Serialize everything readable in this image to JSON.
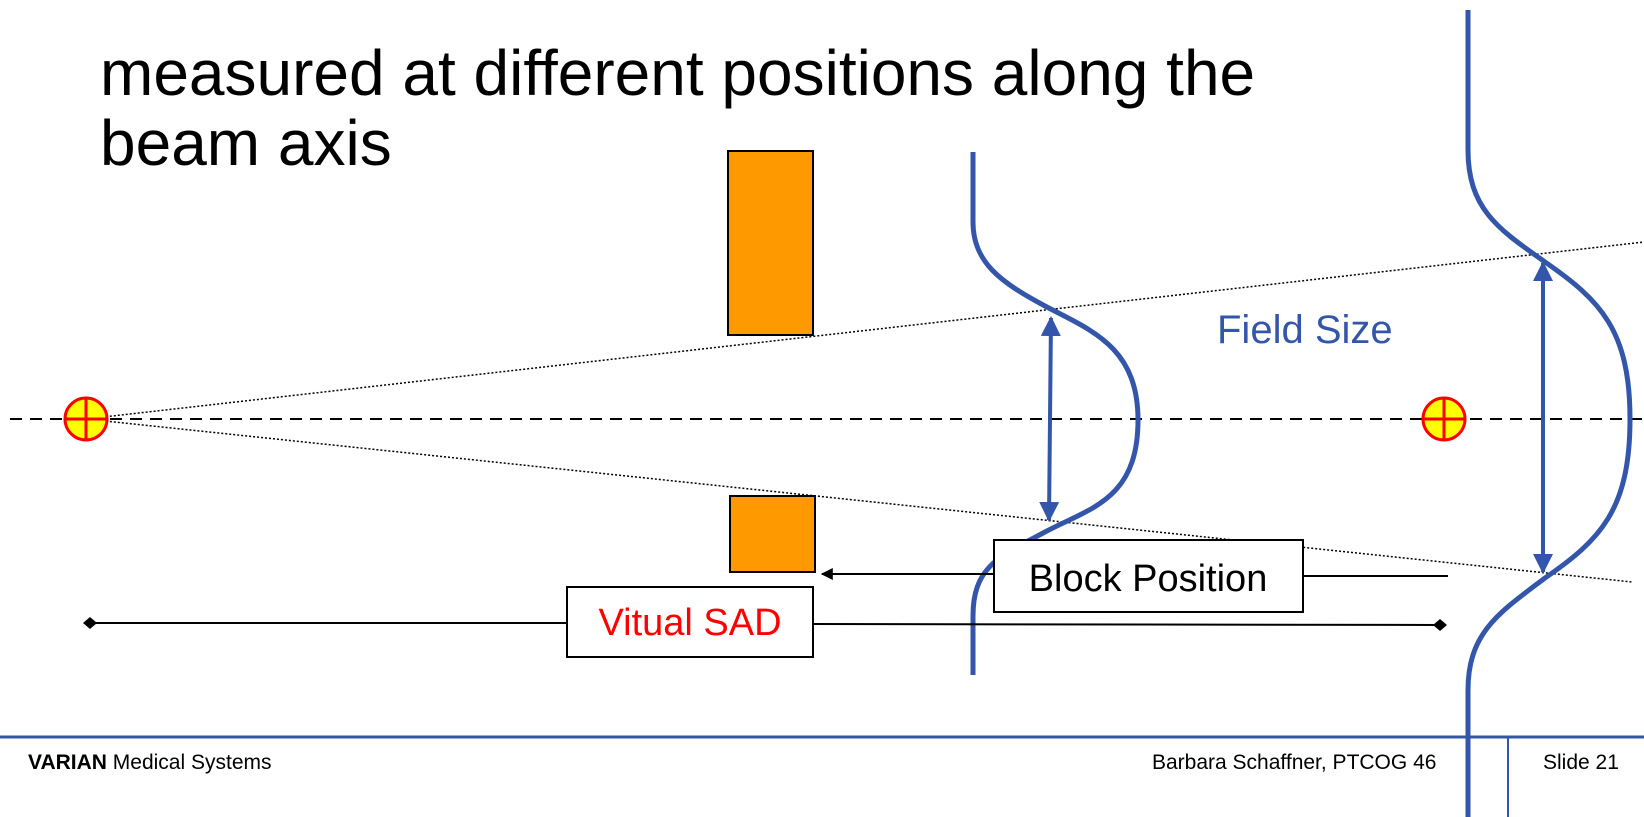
{
  "slide": {
    "heading_line1": "measured at different positions along the",
    "heading_line2": "beam axis"
  },
  "diagram": {
    "field_size_label": "Field Size",
    "block_position_label": "Block Position",
    "virtual_sad_label": "Vitual SAD"
  },
  "footer": {
    "company_bold": "VARIAN",
    "company_rest": " Medical Systems",
    "author": "Barbara Schaffner, PTCOG 46",
    "slide_number": "Slide 21"
  },
  "colors": {
    "block": "#FF9900",
    "profile": "#3355AA",
    "source_marker_fill": "#FFFF00",
    "source_marker_stroke": "#FF0000",
    "footer_rule": "#3355AA",
    "virtual_sad_text": "#FF0000"
  }
}
